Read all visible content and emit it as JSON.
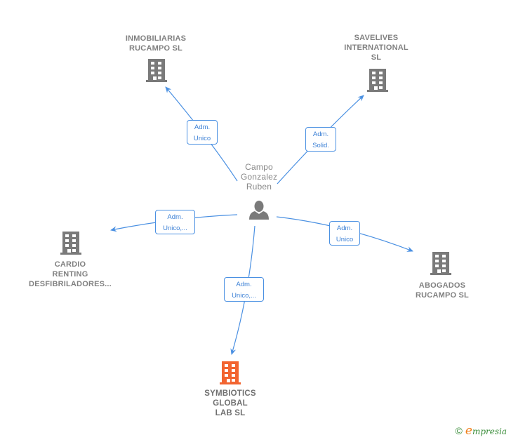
{
  "colors": {
    "edge": "#4a90e2",
    "building": "#7a7a7a",
    "focus_building": "#f26430",
    "person": "#7a7a7a"
  },
  "center": {
    "name": "Campo Gonzalez Ruben",
    "label": "Campo\nGonzalez\nRuben",
    "icon": "person-icon"
  },
  "companies": [
    {
      "id": "inmobiliarias",
      "label": "INMOBILIARIAS\nRUCAMPO  SL",
      "icon": "building-icon",
      "focus": false
    },
    {
      "id": "savelives",
      "label": "SAVELIVES\nINTERNATIONAL\nSL",
      "icon": "building-icon",
      "focus": false
    },
    {
      "id": "cardio",
      "label": "CARDIO\nRENTING\nDESFIBRILADORES...",
      "icon": "building-icon",
      "focus": false
    },
    {
      "id": "abogados",
      "label": "ABOGADOS\nRUCAMPO  SL",
      "icon": "building-icon",
      "focus": false
    },
    {
      "id": "symbiotics",
      "label": "SYMBIOTICS\nGLOBAL\nLAB  SL",
      "icon": "building-icon",
      "focus": true
    }
  ],
  "edges": [
    {
      "to": "inmobiliarias",
      "label": "Adm.\nUnico"
    },
    {
      "to": "savelives",
      "label": "Adm.\nSolid."
    },
    {
      "to": "cardio",
      "label": "Adm.\nUnico,..."
    },
    {
      "to": "abogados",
      "label": "Adm.\nUnico"
    },
    {
      "to": "symbiotics",
      "label": "Adm.\nUnico,..."
    }
  ],
  "brand": {
    "copyright": "©",
    "initial": "e",
    "rest": "mpresia"
  }
}
